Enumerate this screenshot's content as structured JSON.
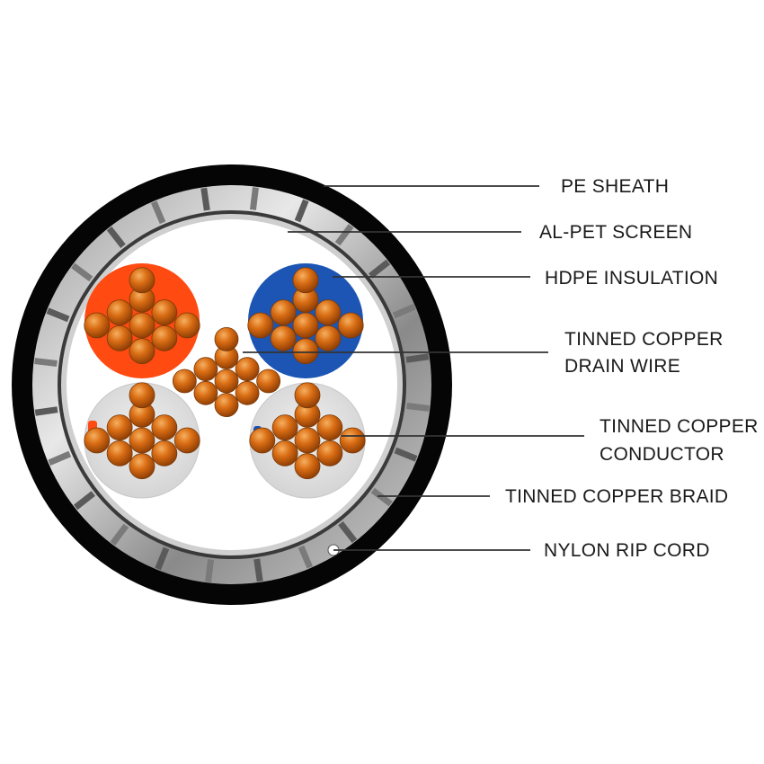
{
  "diagram": {
    "labels": {
      "pe_sheath": "PE SHEATH",
      "al_pet_screen": "AL-PET SCREEN",
      "hdpe_insulation": "HDPE  INSULATION",
      "drain_wire_line1": "TINNED COPPER",
      "drain_wire_line2": "DRAIN WIRE",
      "conductor_line1": "TINNED COPPER",
      "conductor_line2": "CONDUCTOR",
      "braid": "TINNED COPPER BRAID",
      "rip_cord": "NYLON RIP CORD"
    },
    "colors": {
      "sheath": "#050505",
      "insulation_orange": "#ff4a12",
      "insulation_blue": "#1c55b4",
      "insulation_white": "#dcdcdc",
      "copper": "#d46a14",
      "callout_line": "#333333"
    }
  }
}
